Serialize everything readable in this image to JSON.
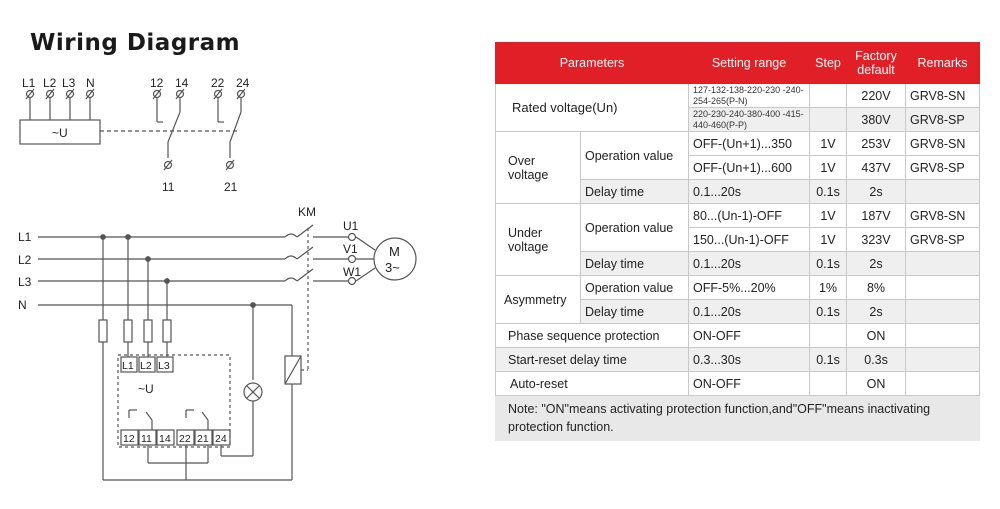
{
  "title": "Wiring Diagram",
  "top_diagram": {
    "supply_terminals": [
      "L1",
      "L2",
      "L3",
      "N"
    ],
    "relay_label": "~U",
    "contact_top_terminals": [
      "12",
      "14",
      "22",
      "24"
    ],
    "contact_bottom_terminals": [
      "11",
      "21"
    ]
  },
  "bottom_diagram": {
    "lines": [
      "L1",
      "L2",
      "L3",
      "N"
    ],
    "contactor": "KM",
    "motor_terminals": [
      "U1",
      "V1",
      "W1"
    ],
    "motor_label": "M",
    "motor_phase": "3~",
    "relay_inputs": [
      "L1",
      "L2",
      "L3"
    ],
    "relay_label": "~U",
    "relay_outputs": [
      "12",
      "11",
      "14",
      "22",
      "21",
      "24"
    ]
  },
  "table": {
    "headers": [
      "Parameters",
      "Setting range",
      "Step",
      "Factory default",
      "Remarks"
    ],
    "rated_voltage": {
      "label": "Rated voltage(Un)",
      "rows": [
        {
          "range": "127-132-138-220-230 -240-254-265(P-N)",
          "step": "",
          "default": "220V",
          "remarks": "GRV8-SN"
        },
        {
          "range": "220-230-240-380-400 -415-440-460(P-P)",
          "step": "",
          "default": "380V",
          "remarks": "GRV8-SP"
        }
      ]
    },
    "over_voltage": {
      "label": "Over voltage",
      "operation_label": "Operation value",
      "operation_rows": [
        {
          "range": "OFF-(Un+1)...350",
          "step": "1V",
          "default": "253V",
          "remarks": "GRV8-SN"
        },
        {
          "range": "OFF-(Un+1)...600",
          "step": "1V",
          "default": "437V",
          "remarks": "GRV8-SP"
        }
      ],
      "delay_label": "Delay time",
      "delay": {
        "range": "0.1...20s",
        "step": "0.1s",
        "default": "2s",
        "remarks": ""
      }
    },
    "under_voltage": {
      "label": "Under voltage",
      "operation_label": "Operation value",
      "operation_rows": [
        {
          "range": "80...(Un-1)-OFF",
          "step": "1V",
          "default": "187V",
          "remarks": "GRV8-SN"
        },
        {
          "range": "150...(Un-1)-OFF",
          "step": "1V",
          "default": "323V",
          "remarks": "GRV8-SP"
        }
      ],
      "delay_label": "Delay time",
      "delay": {
        "range": "0.1...20s",
        "step": "0.1s",
        "default": "2s",
        "remarks": ""
      }
    },
    "asymmetry": {
      "label": "Asymmetry",
      "operation_label": "Operation value",
      "operation": {
        "range": "OFF-5%...20%",
        "step": "1%",
        "default": "8%",
        "remarks": ""
      },
      "delay_label": "Delay time",
      "delay": {
        "range": "0.1...20s",
        "step": "0.1s",
        "default": "2s",
        "remarks": ""
      }
    },
    "phase_sequence": {
      "label": "Phase sequence protection",
      "range": "ON-OFF",
      "step": "",
      "default": "ON",
      "remarks": ""
    },
    "start_reset": {
      "label": "Start-reset delay time",
      "range": "0.3...30s",
      "step": "0.1s",
      "default": "0.3s",
      "remarks": ""
    },
    "auto_reset": {
      "label": "Auto-reset",
      "range": "ON-OFF",
      "step": "",
      "default": "ON",
      "remarks": ""
    },
    "note": "Note: \"ON\"means activating protection function,and\"OFF\"means inactivating protection function."
  },
  "colors": {
    "header_red": "#e01f26",
    "note_gray": "#e8e8e8",
    "line": "#555555"
  }
}
